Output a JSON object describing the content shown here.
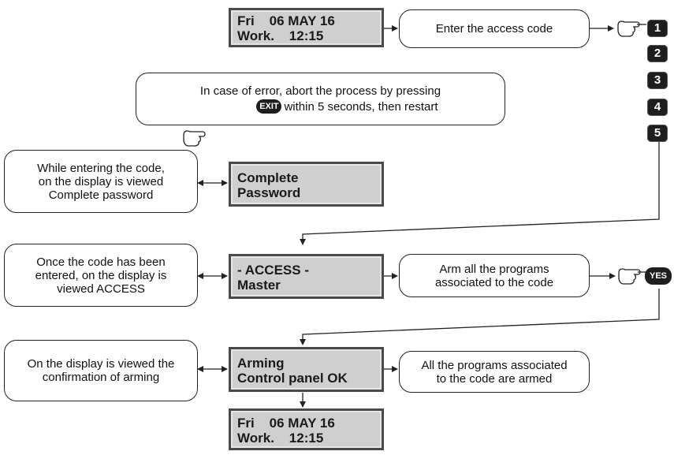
{
  "displays": {
    "start": {
      "line1": "Fri    06 MAY 16",
      "line2": "Work.    12:15"
    },
    "entering": {
      "line1": "Complete",
      "line2": "Password"
    },
    "access": {
      "line1": "- ACCESS -",
      "line2": "Master"
    },
    "arming": {
      "line1": "Arming",
      "line2": "Control panel OK"
    },
    "end": {
      "line1": "Fri    06 MAY 16",
      "line2": "Work.    12:15"
    }
  },
  "bubbles": {
    "enter_code": [
      "Enter the access code"
    ],
    "error_note": {
      "line1": "In case of error, abort the process by pressing",
      "line2": "within 5 seconds, then restart"
    },
    "while_entering": [
      "While entering the code,",
      "on the display is viewed",
      "Complete password"
    ],
    "once_entered": [
      "Once the code has been",
      "entered, on the display is",
      "viewed ACCESS"
    ],
    "arm_all": [
      "Arm all the programs",
      "associated to the code"
    ],
    "display_arming": [
      "On the display is viewed the",
      "confirmation of arming"
    ],
    "armed": [
      "All the programs associated",
      "to the code are armed"
    ]
  },
  "keys": [
    "1",
    "2",
    "3",
    "4",
    "5"
  ],
  "buttons": {
    "exit": "EXIT",
    "yes": "YES"
  },
  "icons": [
    "hand-pointer-icon",
    "arrow-icon",
    "double-arrow-icon"
  ],
  "colors": {
    "lcd_bg": "#cfcfcf",
    "lcd_border": "#4a4a4a",
    "key_bg": "#1e1e1e",
    "line": "#222222"
  }
}
